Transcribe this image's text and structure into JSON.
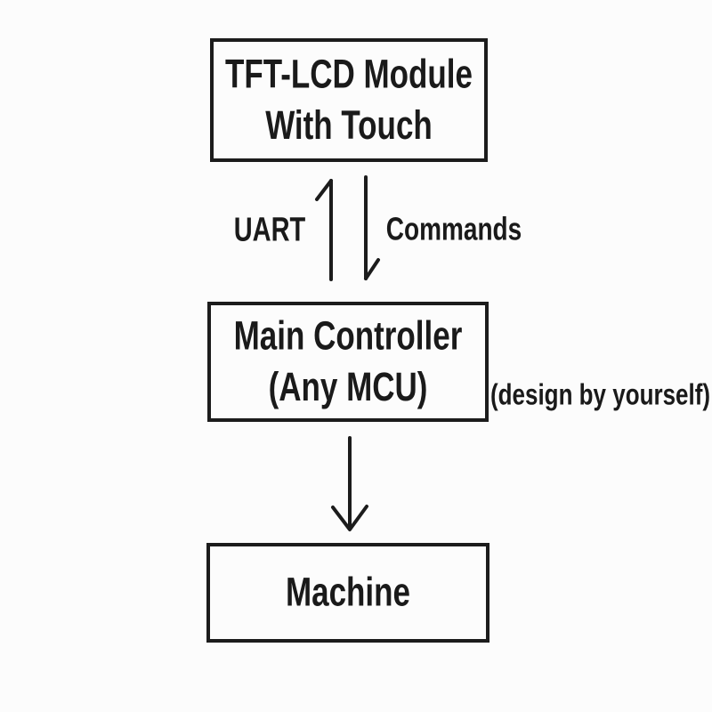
{
  "diagram": {
    "nodes": {
      "tft_lcd": {
        "line1": "TFT-LCD Module",
        "line2": "With Touch"
      },
      "main_controller": {
        "line1": "Main Controller",
        "line2": "(Any MCU)"
      },
      "machine": {
        "label": "Machine"
      }
    },
    "edges": {
      "uart_label": "UART",
      "commands_label": "Commands"
    },
    "annotations": {
      "design_note": "(design by yourself)"
    },
    "colors": {
      "background": "#fcfcfc",
      "line": "#1c1c1c",
      "text": "#1a1a1a"
    }
  }
}
